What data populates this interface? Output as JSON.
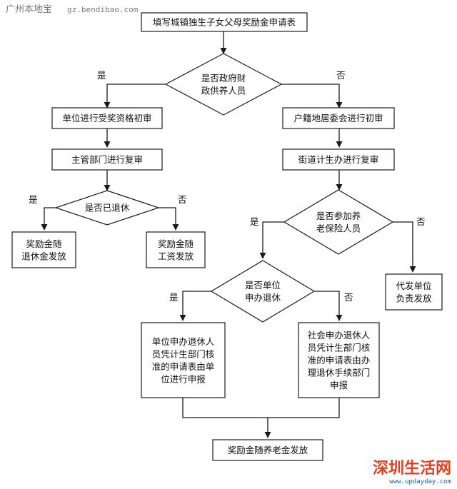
{
  "watermark_top": {
    "site": "广州本地宝",
    "url": "gz.bendibao.com"
  },
  "watermark_bottom": {
    "brand": "深圳生活网",
    "url": "www.updayday.com"
  },
  "nodes": [
    {
      "id": "apply",
      "lines": [
        "填写城镇独生子女父母奖励金申请表"
      ]
    },
    {
      "id": "q-gov",
      "lines": [
        "是否政府财",
        "政供养人员"
      ]
    },
    {
      "id": "unit-review",
      "lines": [
        "单位进行受奖资格初审"
      ]
    },
    {
      "id": "dept-recheck",
      "lines": [
        "主管部门进行复审"
      ]
    },
    {
      "id": "q-retired",
      "lines": [
        "是否已退休"
      ]
    },
    {
      "id": "pay-pension",
      "lines": [
        "奖励金随",
        "退休金发放"
      ]
    },
    {
      "id": "pay-salary",
      "lines": [
        "奖励金随",
        "工资发放"
      ]
    },
    {
      "id": "hukou-review",
      "lines": [
        "户籍地居委会进行初审"
      ]
    },
    {
      "id": "street-recheck",
      "lines": [
        "街道计生办进行复审"
      ]
    },
    {
      "id": "q-insured",
      "lines": [
        "是否参加养",
        "老保险人员"
      ]
    },
    {
      "id": "agent-pay",
      "lines": [
        "代发单位",
        "负责发放"
      ]
    },
    {
      "id": "q-unit-handle",
      "lines": [
        "是否单位",
        "申办退休"
      ]
    },
    {
      "id": "unit-report",
      "lines": [
        "单位申办退休人",
        "员凭计生部门核",
        "准的申请表由单",
        "位进行申报"
      ]
    },
    {
      "id": "social-report",
      "lines": [
        "社会申办退休人",
        "员凭计生部门核",
        "准的申请表由办",
        "理退休手续部门",
        "申报"
      ]
    },
    {
      "id": "final-pay",
      "lines": [
        "奖励金随养老金发放"
      ]
    }
  ],
  "edge_labels": [
    {
      "id": "gov-yes",
      "text": "是"
    },
    {
      "id": "gov-no",
      "text": "否"
    },
    {
      "id": "retired-yes",
      "text": "是"
    },
    {
      "id": "retired-no",
      "text": "否"
    },
    {
      "id": "insured-yes",
      "text": "是"
    },
    {
      "id": "insured-no",
      "text": "否"
    },
    {
      "id": "handle-yes",
      "text": "是"
    },
    {
      "id": "handle-no",
      "text": "否"
    }
  ]
}
